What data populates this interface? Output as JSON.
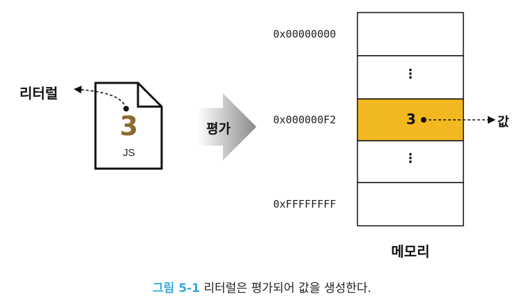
{
  "source": {
    "label": "리터럴",
    "literal_value": "3",
    "file_type": "JS"
  },
  "process": {
    "label": "평가"
  },
  "memory": {
    "title": "메모리",
    "cells": [
      {
        "address": "0x00000000",
        "content": ""
      },
      {
        "address": "",
        "content": "⋮"
      },
      {
        "address": "0x000000F2",
        "content": "3",
        "highlighted": true
      },
      {
        "address": "",
        "content": "⋮"
      },
      {
        "address": "0xFFFFFFFF",
        "content": ""
      }
    ],
    "result_label": "값"
  },
  "caption": {
    "figure_number": "그림 5-1",
    "text": "리터럴은 평가되어 값을 생성한다."
  },
  "colors": {
    "highlight_fill": "#f2b81f",
    "literal_text": "#8b6a2e",
    "caption_accent": "#35a9dc",
    "line": "#111111"
  }
}
